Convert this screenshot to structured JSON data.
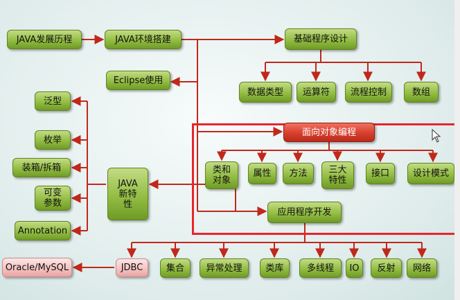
{
  "nodes": {
    "java_history": "JAVA发展历程",
    "java_env": "JAVA环境搭建",
    "basic_programming": "基础程序设计",
    "eclipse": "Eclipse使用",
    "data_types": "数据类型",
    "operators": "运算符",
    "flow_control": "流程控制",
    "arrays": "数组",
    "generics": "泛型",
    "enum": "枚举",
    "boxing": "装箱/拆箱",
    "varargs": "可变\n参数",
    "annotation": "Annotation",
    "java_new_features": "JAVA\n新特\n性",
    "oop": "面向对象编程",
    "class_object": "类和\n对象",
    "attributes": "属性",
    "methods": "方法",
    "three_features": "三大\n特性",
    "interface": "接口",
    "design_patterns": "设计模式",
    "app_dev": "应用程序开发",
    "jdbc": "JDBC",
    "oracle_mysql": "Oracle/MySQL",
    "collections": "集合",
    "exception": "异常处理",
    "class_library": "类库",
    "multithreading": "多线程",
    "io": "IO",
    "reflection": "反射",
    "network": "网络"
  },
  "colors": {
    "arrow": "#c0281b",
    "highlight_border": "#e8242c",
    "green_node": "#93bd44",
    "red_node": "#d73f2e",
    "pink_node": "#f5c3c3"
  }
}
